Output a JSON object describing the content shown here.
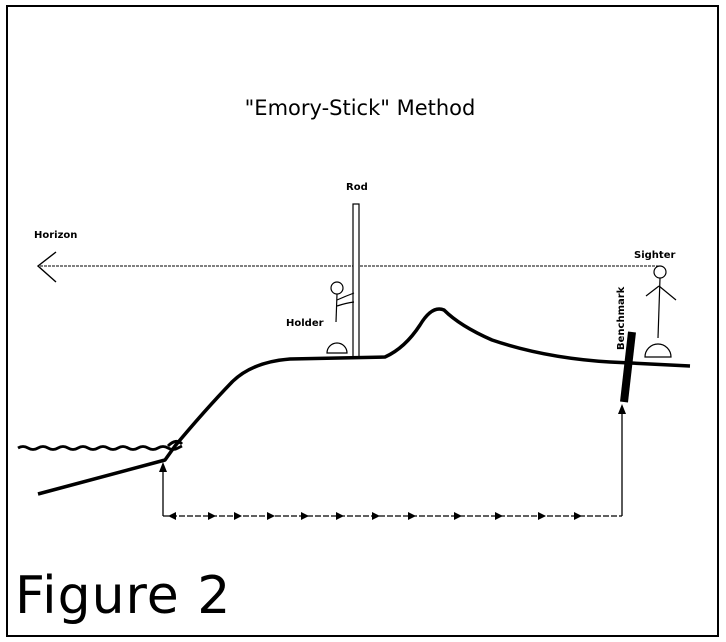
{
  "figure": {
    "title": "\"Emory-Stick\" Method",
    "caption": "Figure 2",
    "labels": {
      "horizon": "Horizon",
      "rod": "Rod",
      "holder": "Holder",
      "sighter": "Sighter",
      "benchmark": "Benchmark"
    }
  }
}
